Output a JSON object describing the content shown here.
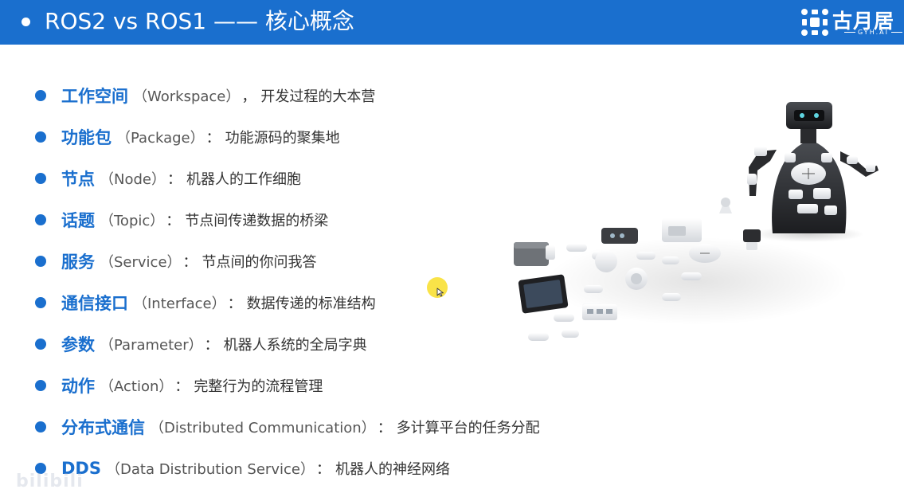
{
  "header": {
    "title": "ROS2 vs ROS1 —— 核心概念",
    "logo": {
      "name": "古月居",
      "sub": "GYH.AI"
    },
    "bg_color": "#1a6fce"
  },
  "concepts": [
    {
      "term": "工作空间",
      "en": "（Workspace）",
      "sep": "，",
      "desc": "开发过程的大本营"
    },
    {
      "term": "功能包",
      "en": "（Package）",
      "sep": "：",
      "desc": "功能源码的聚集地"
    },
    {
      "term": "节点",
      "en": "（Node）",
      "sep": "：",
      "desc": "机器人的工作细胞"
    },
    {
      "term": "话题",
      "en": "（Topic）",
      "sep": "：",
      "desc": "节点间传递数据的桥梁"
    },
    {
      "term": "服务",
      "en": "（Service）",
      "sep": "：",
      "desc": "节点间的你问我答"
    },
    {
      "term": "通信接口",
      "en": "（Interface）",
      "sep": "：",
      "desc": "数据传递的标准结构"
    },
    {
      "term": "参数",
      "en": "（Parameter）",
      "sep": "：",
      "desc": "机器人系统的全局字典"
    },
    {
      "term": "动作",
      "en": "（Action）",
      "sep": "：",
      "desc": "完整行为的流程管理"
    },
    {
      "term": "分布式通信",
      "en": "（Distributed Communication）",
      "sep": "：",
      "desc": "多计算平台的任务分配"
    },
    {
      "term": "DDS",
      "en": "（Data Distribution Service）",
      "sep": "：",
      "desc": "机器人的神经网络"
    }
  ],
  "watermark": "bilibili",
  "icons": {
    "logo": "gyh-logo-icon",
    "cursor": "mouse-cursor-icon",
    "bullet": "bullet-dot-icon"
  },
  "colors": {
    "accent": "#1a6fce",
    "text": "#333333",
    "cursor_highlight": "#f8de28"
  }
}
